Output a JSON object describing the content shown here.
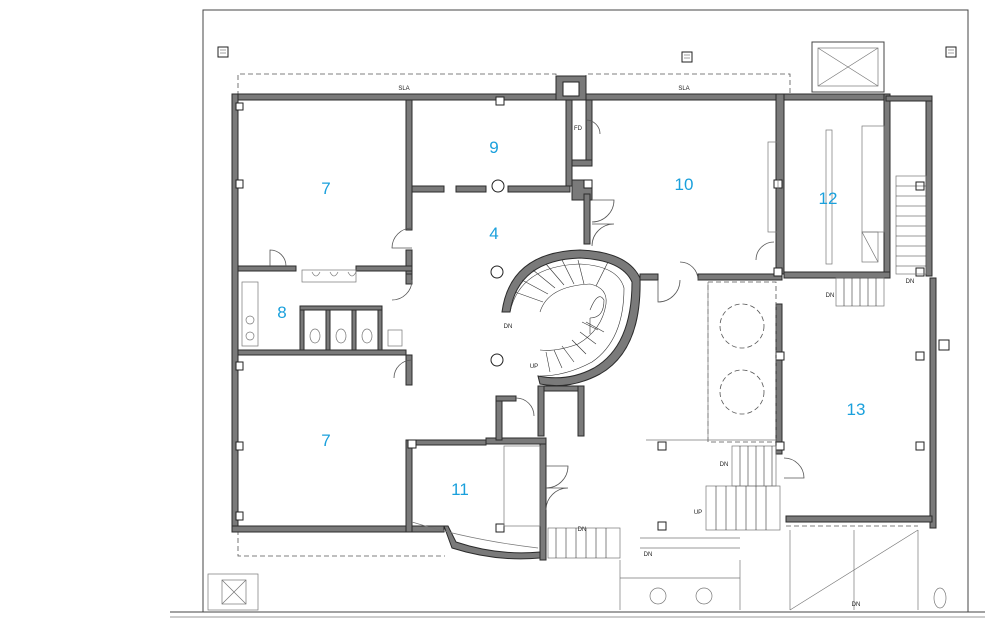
{
  "rooms": [
    {
      "id": "r7a",
      "number": "7"
    },
    {
      "id": "r9",
      "number": "9"
    },
    {
      "id": "r10",
      "number": "10"
    },
    {
      "id": "r12",
      "number": "12"
    },
    {
      "id": "r4",
      "number": "4"
    },
    {
      "id": "r8",
      "number": "8"
    },
    {
      "id": "r7b",
      "number": "7"
    },
    {
      "id": "r13",
      "number": "13"
    },
    {
      "id": "r11",
      "number": "11"
    }
  ],
  "annotations": {
    "dn": "DN",
    "up": "UP",
    "sla": "SLA",
    "fd": "FD"
  },
  "colors": {
    "room_number": "#1aa0dc",
    "wall_fill": "#7a7a7a",
    "line": "#444444"
  }
}
